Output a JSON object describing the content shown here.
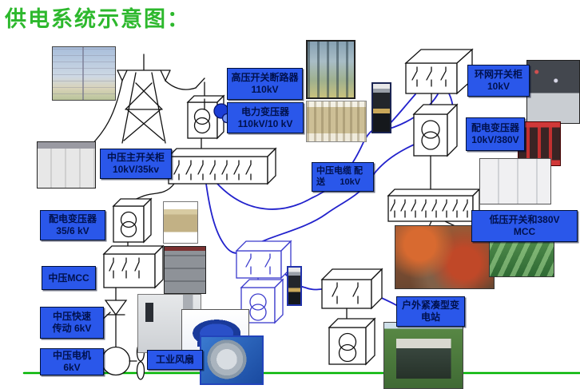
{
  "title": "供电系统示意图：",
  "colors": {
    "title_green": "#2db82d",
    "label_bg": "#2a57ea",
    "label_text": "#00114d",
    "cable_blue": "#2222cc",
    "symbol_blue": "#3a3acc",
    "ground_green": "#00b400"
  },
  "labels": {
    "hv_breaker": "高压开关断路器\n110kV",
    "power_transformer": "电力变压器\n110kV/10 kV",
    "ring_main_unit": "环网开关柜\n10kV",
    "dist_transformer_10kv": "配电变压器\n10kV/380V",
    "mv_main_switchgear": "中压主开关柜\n10kV/35kv",
    "mv_cable": "中压电缆 配\n送      10kV",
    "dist_transformer_6kv": "配电变压器\n35/6 kV",
    "mv_mcc": "中压MCC",
    "mv_drive": "中压快速\n传动 6kV",
    "mv_motor": "中压电机\n6kV",
    "industrial_fan": "工业风扇",
    "lv_switch_mcc": "低压开关和380V\nMCC",
    "outdoor_substation": "户外紧凑型变\n电站"
  }
}
